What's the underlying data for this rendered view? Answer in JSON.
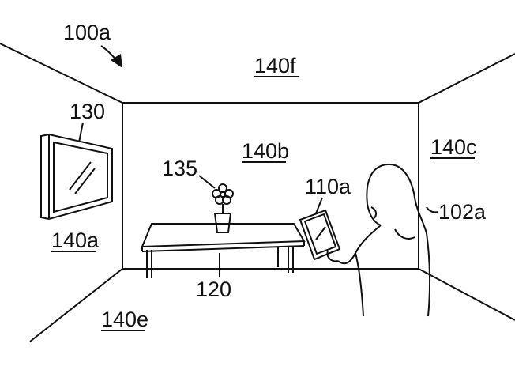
{
  "figure": {
    "reference": "100a",
    "labels": {
      "ceiling": "140f",
      "display": "130",
      "back_wall": "140b",
      "right_wall": "140c",
      "plant": "135",
      "tablet": "110a",
      "user": "102a",
      "left_wall": "140a",
      "table": "120",
      "floor": "140e"
    }
  }
}
